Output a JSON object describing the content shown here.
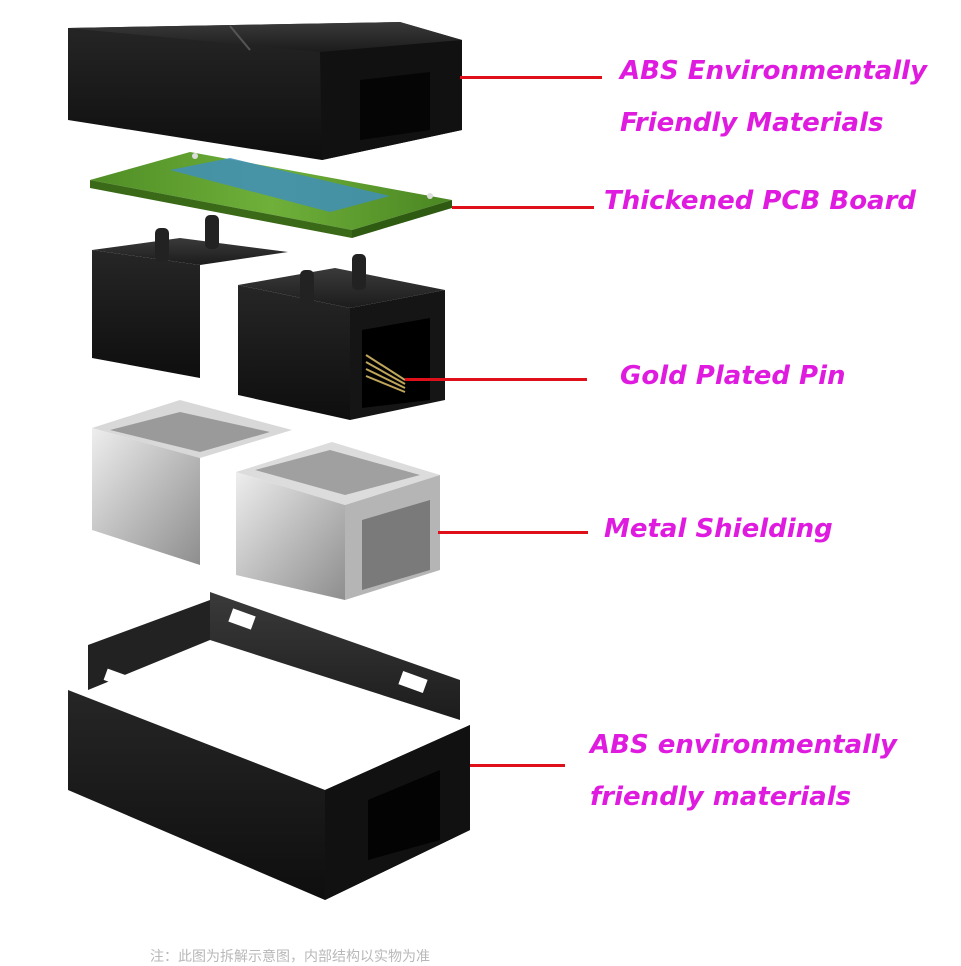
{
  "colors": {
    "label_text": "#e01be0",
    "leader_line": "#e0101a",
    "housing": "#1a1a1a",
    "pcb": "#5e9c2d",
    "metal": "#c9c9c9"
  },
  "callouts": [
    {
      "lines": [
        "ABS Environmentally",
        "Friendly Materials"
      ]
    },
    {
      "lines": [
        "Thickened PCB Board"
      ]
    },
    {
      "lines": [
        "Gold Plated Pin"
      ]
    },
    {
      "lines": [
        "Metal Shielding"
      ]
    },
    {
      "lines": [
        "ABS environmentally",
        "friendly materials"
      ]
    }
  ],
  "footer_text": "注：此图为拆解示意图，内部结构以实物为准"
}
